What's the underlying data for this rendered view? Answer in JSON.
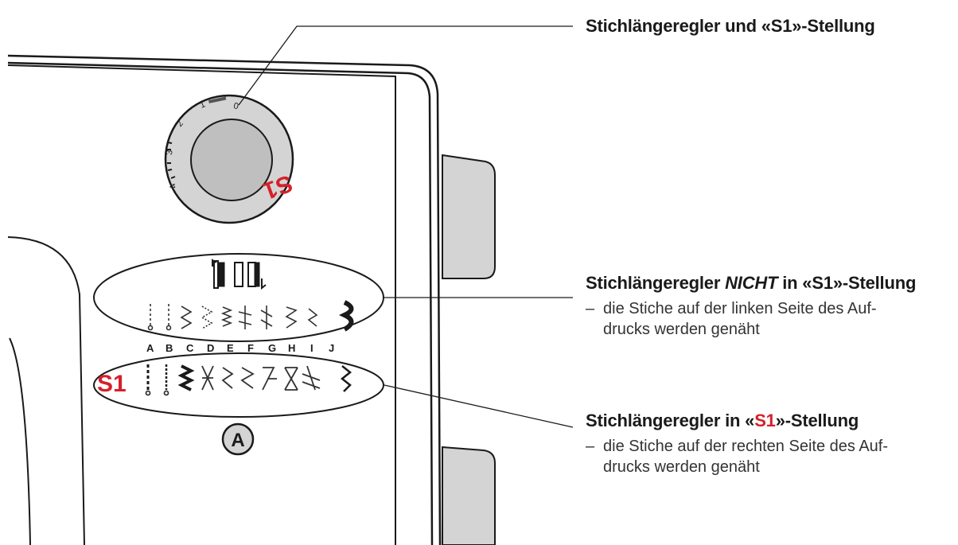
{
  "colors": {
    "accent_red": "#d6202a",
    "line": "#1a1a1a",
    "machine_fill": "#d4d4d4",
    "knob_fill": "#bfbfbf"
  },
  "dial": {
    "label_s1": "S1",
    "numbers": [
      "0",
      "1",
      "2",
      "3",
      "4"
    ]
  },
  "panel": {
    "row_letters": [
      "A",
      "B",
      "C",
      "D",
      "E",
      "F",
      "G",
      "H",
      "I",
      "J"
    ],
    "s1_label": "S1",
    "marker_label": "A"
  },
  "callouts": {
    "top": {
      "title": "Stichlängeregler und «S1»-Stellung"
    },
    "middle": {
      "title_pre": "Stichlängeregler ",
      "title_italic": "NICHT",
      "title_post": " in «S1»-Stellung",
      "desc_line1": "die Stiche auf  der linken Seite des Auf-",
      "desc_line2": "drucks werden genäht",
      "dash": "–"
    },
    "bottom": {
      "title_pre": "Stichlängeregler in «",
      "title_red": "S1",
      "title_post": "»-Stellung",
      "desc_line1": "die Stiche auf der rechten Seite des Auf-",
      "desc_line2": "drucks werden genäht",
      "dash": "–"
    }
  }
}
